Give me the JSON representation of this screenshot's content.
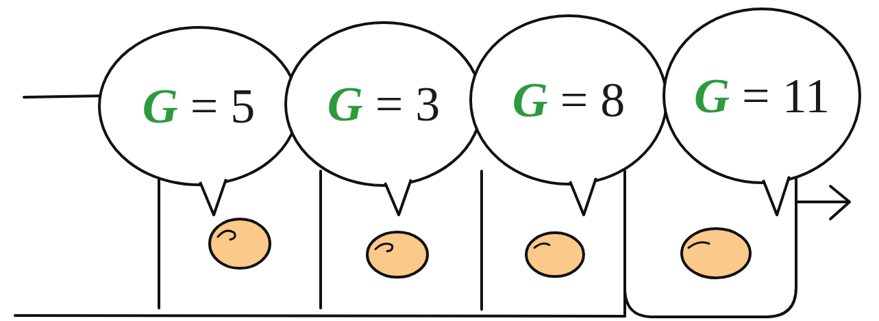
{
  "diagram": {
    "nodes": [
      {
        "text": [
          "G",
          "= 5"
        ]
      },
      {
        "text": [
          "G",
          "= 3"
        ]
      },
      {
        "text": [
          "G",
          "= 8"
        ]
      },
      {
        "text": [
          "G",
          "= 11"
        ]
      }
    ]
  }
}
